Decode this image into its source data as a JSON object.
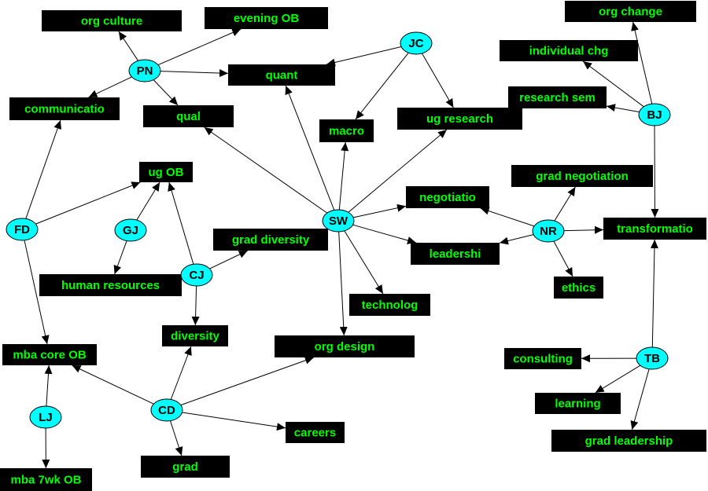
{
  "colors": {
    "background": "#ffffff",
    "box_fill": "#000000",
    "box_text": "#00ff00",
    "node_fill": "#00ffff",
    "edge": "#000000"
  },
  "nodes": [
    {
      "id": "PN",
      "label": "PN"
    },
    {
      "id": "JC",
      "label": "JC"
    },
    {
      "id": "BJ",
      "label": "BJ"
    },
    {
      "id": "SW",
      "label": "SW"
    },
    {
      "id": "FD",
      "label": "FD"
    },
    {
      "id": "GJ",
      "label": "GJ"
    },
    {
      "id": "CJ",
      "label": "CJ"
    },
    {
      "id": "NR",
      "label": "NR"
    },
    {
      "id": "TB",
      "label": "TB"
    },
    {
      "id": "LJ",
      "label": "LJ"
    },
    {
      "id": "CD",
      "label": "CD"
    }
  ],
  "topics": [
    {
      "id": "org-culture",
      "label": "org culture"
    },
    {
      "id": "evening-ob",
      "label": "evening OB"
    },
    {
      "id": "org-change",
      "label": "org change"
    },
    {
      "id": "individual-chg",
      "label": "individual chg"
    },
    {
      "id": "quant",
      "label": "quant"
    },
    {
      "id": "communicatio",
      "label": "communicatio"
    },
    {
      "id": "qual",
      "label": "qual"
    },
    {
      "id": "research-sem",
      "label": "research sem"
    },
    {
      "id": "macro",
      "label": "macro"
    },
    {
      "id": "ug-research",
      "label": "ug research"
    },
    {
      "id": "ug-ob",
      "label": "ug OB"
    },
    {
      "id": "grad-negotiation",
      "label": "grad negotiation"
    },
    {
      "id": "negotiatio",
      "label": "negotiatio"
    },
    {
      "id": "transformatio",
      "label": "transformatio"
    },
    {
      "id": "grad-diversity",
      "label": "grad diversity"
    },
    {
      "id": "leadershi",
      "label": "leadershi"
    },
    {
      "id": "human-resources",
      "label": "human resources"
    },
    {
      "id": "ethics",
      "label": "ethics"
    },
    {
      "id": "technolog",
      "label": "technolog"
    },
    {
      "id": "diversity",
      "label": "diversity"
    },
    {
      "id": "org-design",
      "label": "org design"
    },
    {
      "id": "mba-core-ob",
      "label": "mba core OB"
    },
    {
      "id": "consulting",
      "label": "consulting"
    },
    {
      "id": "learning",
      "label": "learning"
    },
    {
      "id": "careers",
      "label": "careers"
    },
    {
      "id": "grad-leadership",
      "label": "grad leadership"
    },
    {
      "id": "grad",
      "label": "grad"
    },
    {
      "id": "mba-7wk-ob",
      "label": "mba 7wk OB"
    }
  ],
  "edges": [
    {
      "from": "PN",
      "to": "org-culture"
    },
    {
      "from": "PN",
      "to": "evening-ob"
    },
    {
      "from": "PN",
      "to": "quant"
    },
    {
      "from": "PN",
      "to": "communicatio"
    },
    {
      "from": "PN",
      "to": "qual"
    },
    {
      "from": "JC",
      "to": "quant"
    },
    {
      "from": "JC",
      "to": "macro"
    },
    {
      "from": "JC",
      "to": "ug-research"
    },
    {
      "from": "BJ",
      "to": "org-change"
    },
    {
      "from": "BJ",
      "to": "individual-chg"
    },
    {
      "from": "BJ",
      "to": "research-sem"
    },
    {
      "from": "BJ",
      "to": "transformatio"
    },
    {
      "from": "SW",
      "to": "quant"
    },
    {
      "from": "SW",
      "to": "qual"
    },
    {
      "from": "SW",
      "to": "macro"
    },
    {
      "from": "SW",
      "to": "ug-research"
    },
    {
      "from": "SW",
      "to": "negotiatio"
    },
    {
      "from": "SW",
      "to": "leadershi"
    },
    {
      "from": "SW",
      "to": "technolog"
    },
    {
      "from": "SW",
      "to": "org-design"
    },
    {
      "from": "FD",
      "to": "communicatio"
    },
    {
      "from": "FD",
      "to": "ug-ob"
    },
    {
      "from": "FD",
      "to": "mba-core-ob"
    },
    {
      "from": "GJ",
      "to": "ug-ob"
    },
    {
      "from": "GJ",
      "to": "human-resources"
    },
    {
      "from": "CJ",
      "to": "ug-ob"
    },
    {
      "from": "CJ",
      "to": "grad-diversity"
    },
    {
      "from": "CJ",
      "to": "diversity"
    },
    {
      "from": "NR",
      "to": "grad-negotiation"
    },
    {
      "from": "NR",
      "to": "negotiatio"
    },
    {
      "from": "NR",
      "to": "leadershi"
    },
    {
      "from": "NR",
      "to": "transformatio"
    },
    {
      "from": "NR",
      "to": "ethics"
    },
    {
      "from": "TB",
      "to": "transformatio"
    },
    {
      "from": "TB",
      "to": "consulting"
    },
    {
      "from": "TB",
      "to": "learning"
    },
    {
      "from": "TB",
      "to": "grad-leadership"
    },
    {
      "from": "LJ",
      "to": "mba-core-ob"
    },
    {
      "from": "LJ",
      "to": "mba-7wk-ob"
    },
    {
      "from": "CD",
      "to": "mba-core-ob"
    },
    {
      "from": "CD",
      "to": "diversity"
    },
    {
      "from": "CD",
      "to": "org-design"
    },
    {
      "from": "CD",
      "to": "careers"
    },
    {
      "from": "CD",
      "to": "grad"
    }
  ]
}
